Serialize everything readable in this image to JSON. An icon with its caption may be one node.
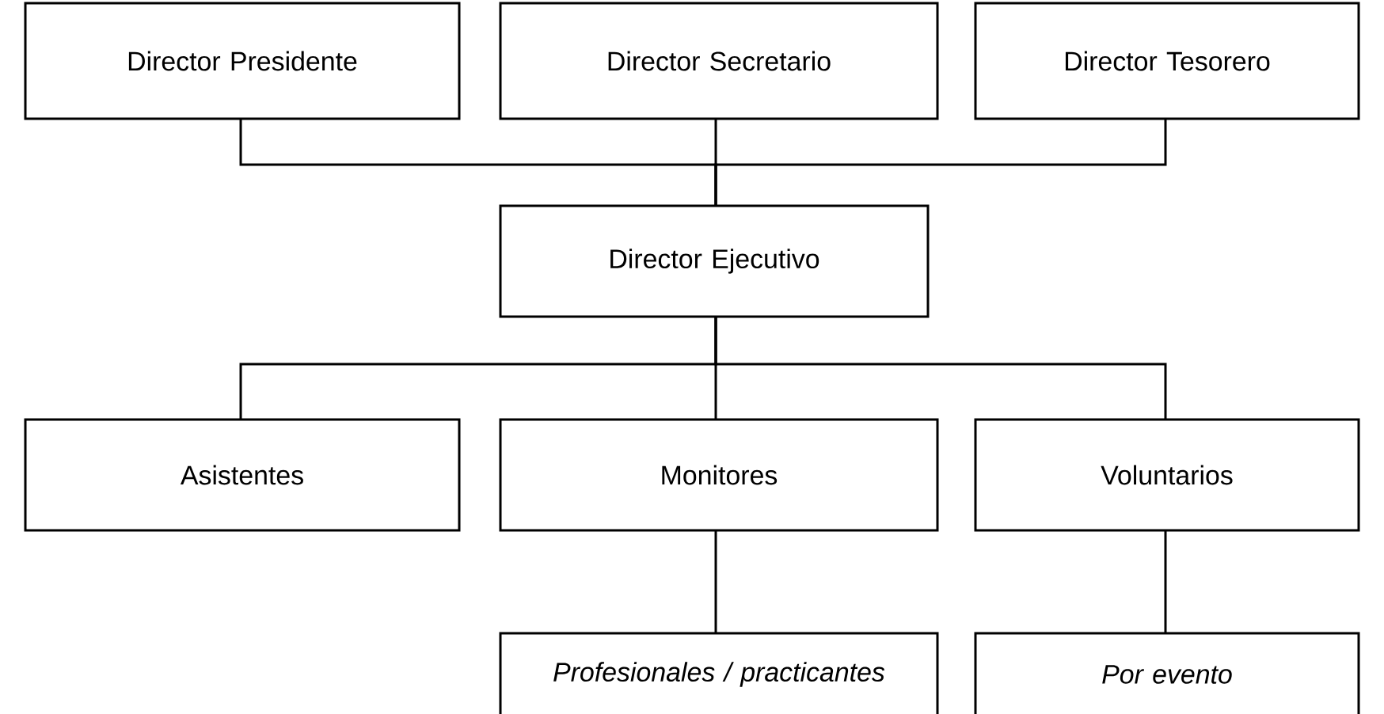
{
  "diagram": {
    "nodes": [
      {
        "text": [
          "Director Presidente"
        ]
      },
      {
        "text": [
          "Director Secretario"
        ]
      },
      {
        "text": [
          "Director Tesorero"
        ]
      },
      {
        "text": [
          "Director Ejecutivo"
        ]
      },
      {
        "text": [
          "Asistentes"
        ]
      },
      {
        "text": [
          "Monitores"
        ]
      },
      {
        "text": [
          "Voluntarios"
        ]
      },
      {
        "text": [
          "Profesionales / practicantes"
        ]
      },
      {
        "text": [
          "Por evento"
        ]
      }
    ],
    "edges": [
      {
        "from": 0,
        "to": 3,
        "arrow": "none"
      },
      {
        "from": 1,
        "to": 3,
        "arrow": "none"
      },
      {
        "from": 2,
        "to": 3,
        "arrow": "none"
      },
      {
        "from": 3,
        "to": 4,
        "arrow": "none"
      },
      {
        "from": 3,
        "to": 5,
        "arrow": "none"
      },
      {
        "from": 3,
        "to": 6,
        "arrow": "none"
      },
      {
        "from": 5,
        "to": 7,
        "arrow": "none"
      },
      {
        "from": 6,
        "to": 8,
        "arrow": "none"
      }
    ]
  }
}
